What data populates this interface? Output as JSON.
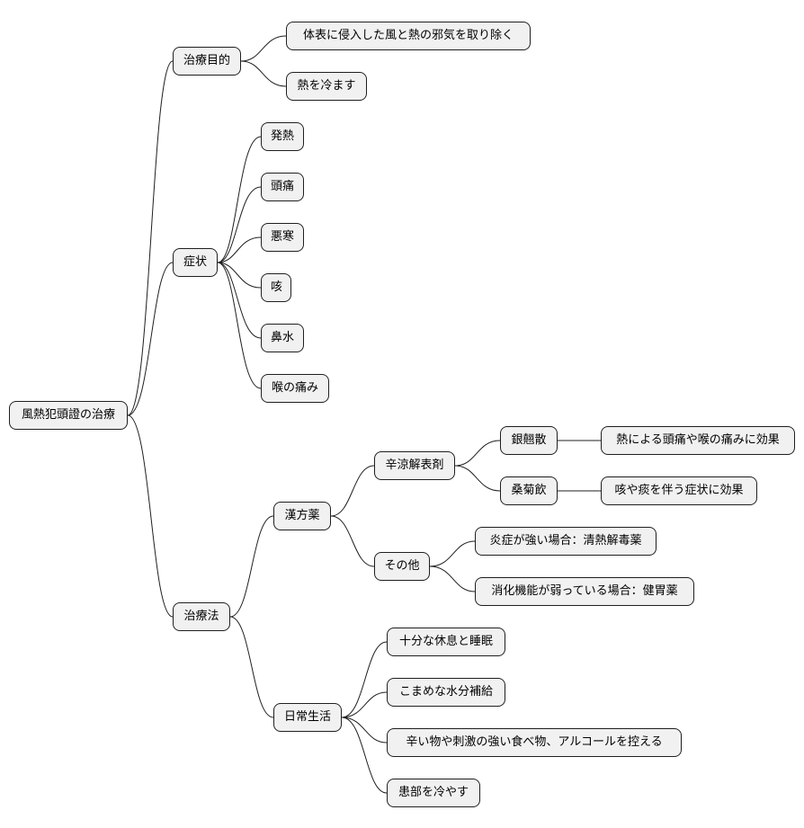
{
  "root": {
    "label": "風熱犯頭證の治療"
  },
  "branches": {
    "purpose": {
      "label": "治療目的",
      "items": [
        "体表に侵入した風と熱の邪気を取り除く",
        "熱を冷ます"
      ]
    },
    "symptoms": {
      "label": "症状",
      "items": [
        "発熱",
        "頭痛",
        "悪寒",
        "咳",
        "鼻水",
        "喉の痛み"
      ]
    },
    "treatment": {
      "label": "治療法",
      "kampo": {
        "label": "漢方薬",
        "shinryo": {
          "label": "辛涼解表剤",
          "remedies": [
            {
              "name": "銀翹散",
              "effect": "熱による頭痛や喉の痛みに効果"
            },
            {
              "name": "桑菊飲",
              "effect": "咳や痰を伴う症状に効果"
            }
          ]
        },
        "other": {
          "label": "その他",
          "items": [
            "炎症が強い場合：清熱解毒薬",
            "消化機能が弱っている場合：健胃薬"
          ]
        }
      },
      "daily": {
        "label": "日常生活",
        "items": [
          "十分な休息と睡眠",
          "こまめな水分補給",
          "辛い物や刺激の強い食べ物、アルコールを控える",
          "患部を冷やす"
        ]
      }
    }
  }
}
